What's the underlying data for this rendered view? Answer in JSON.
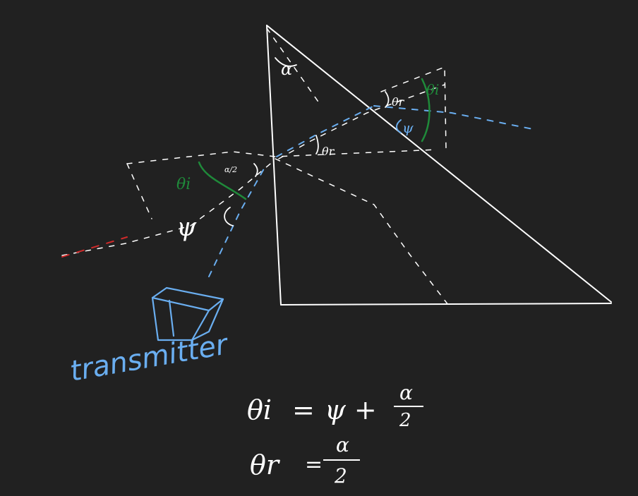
{
  "colors": {
    "background": "#212121",
    "ink": "#ffffff",
    "green": "#1f8a3a",
    "blue": "#6aaef0",
    "red": "#d02a2a"
  },
  "labels": {
    "alpha_top": "α",
    "theta_r_upper": "θr",
    "theta_i_upper": "θi",
    "psi_upper": "ψ",
    "theta_r_lower": "θr",
    "alpha_half": "α/2",
    "theta_i_left": "θi",
    "psi_left": "ψ",
    "transmitter": "transmitter"
  },
  "equations": {
    "eq1": {
      "lhs": "θi",
      "rhs": "ψ +",
      "numerator": "α",
      "denominator": "2"
    },
    "eq2": {
      "lhs": "θr",
      "rhs": "",
      "numerator": "α",
      "denominator": "2"
    }
  }
}
